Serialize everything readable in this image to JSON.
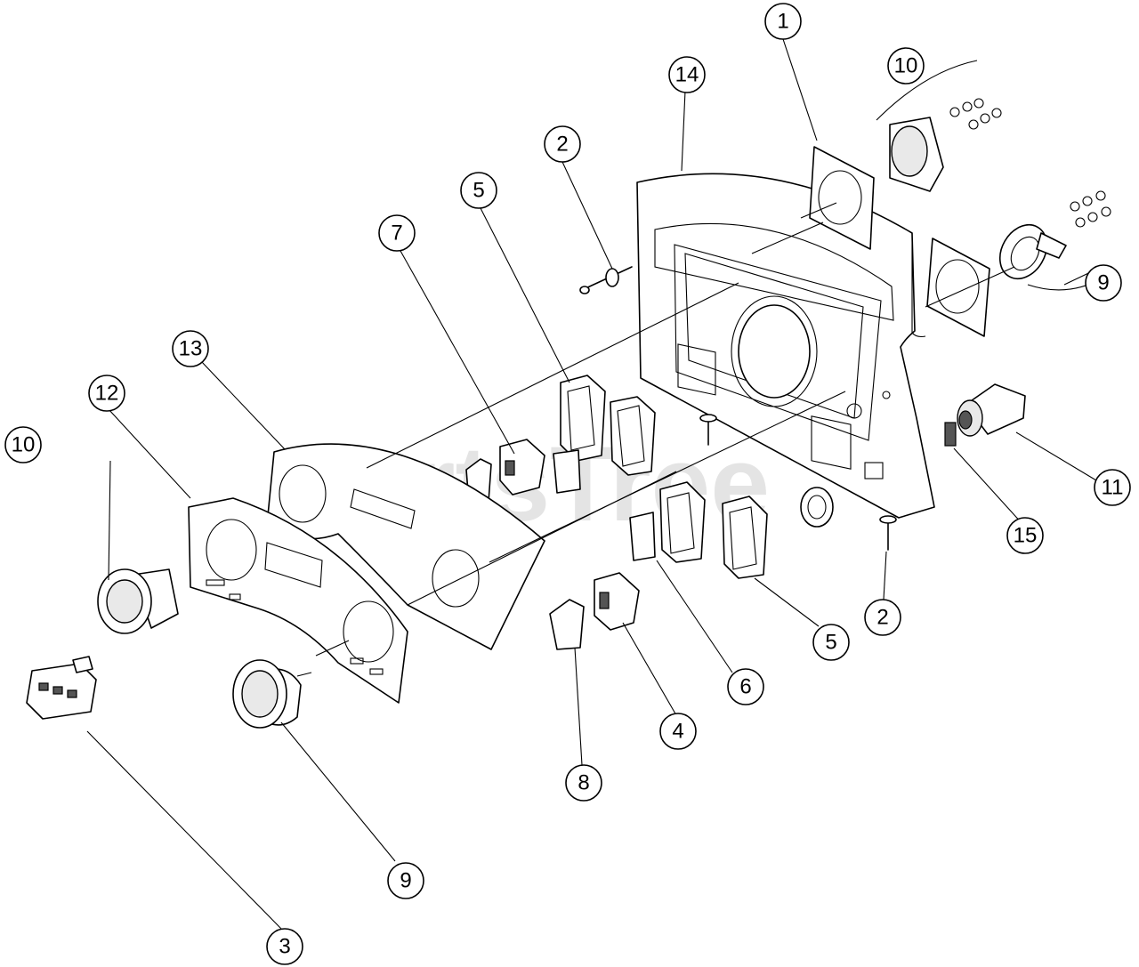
{
  "watermark": "PartsTree",
  "callouts": [
    {
      "id": "c1",
      "label": "1"
    },
    {
      "id": "c2a",
      "label": "2"
    },
    {
      "id": "c2b",
      "label": "2"
    },
    {
      "id": "c3",
      "label": "3"
    },
    {
      "id": "c4",
      "label": "4"
    },
    {
      "id": "c5a",
      "label": "5"
    },
    {
      "id": "c5b",
      "label": "5"
    },
    {
      "id": "c6",
      "label": "6"
    },
    {
      "id": "c7",
      "label": "7"
    },
    {
      "id": "c8",
      "label": "8"
    },
    {
      "id": "c9a",
      "label": "9"
    },
    {
      "id": "c9b",
      "label": "9"
    },
    {
      "id": "c10a",
      "label": "10"
    },
    {
      "id": "c10b",
      "label": "10"
    },
    {
      "id": "c11",
      "label": "11"
    },
    {
      "id": "c12",
      "label": "12"
    },
    {
      "id": "c13",
      "label": "13"
    },
    {
      "id": "c14",
      "label": "14"
    },
    {
      "id": "c15",
      "label": "15"
    }
  ]
}
